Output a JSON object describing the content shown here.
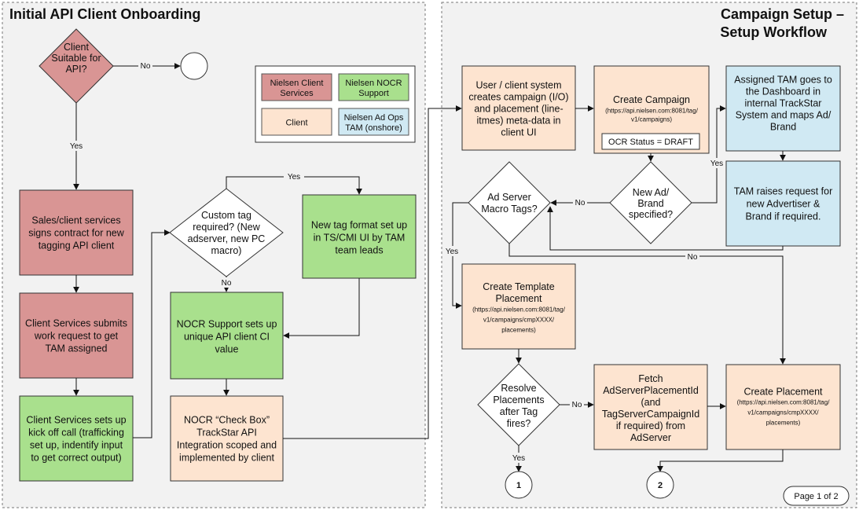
{
  "sections": {
    "left_title": "Initial API Client Onboarding",
    "right_title_line1": "Campaign Setup –",
    "right_title_line2": "Setup Workflow"
  },
  "legend": {
    "client_services": [
      "Nielsen Client",
      "Services"
    ],
    "nocr_support": [
      "Nielsen NOCR",
      "Support"
    ],
    "client": [
      "Client"
    ],
    "ad_ops_tam": [
      "Nielsen Ad Ops",
      "TAM (onshore)"
    ]
  },
  "left_flow": {
    "client_suitable": [
      "Client",
      "Suitable for",
      "API?"
    ],
    "sales_contract": [
      "Sales/client services",
      "signs contract for new",
      "tagging API client"
    ],
    "work_request": [
      "Client Services submits",
      "work request to get",
      "TAM assigned"
    ],
    "kickoff_call": [
      "Client Services sets up",
      "kick off call (trafficking",
      "set up, indentify input",
      "to get correct output)"
    ],
    "custom_tag": [
      "Custom tag",
      "required? (New",
      "adserver, new PC",
      "macro)"
    ],
    "new_tag_format": [
      "New tag format set up",
      "in TS/CMI UI by TAM",
      "team leads"
    ],
    "nocr_setup": [
      "NOCR Support sets up",
      "unique API client CI",
      "value"
    ],
    "check_box": [
      "NOCR “Check Box”",
      "TrackStar API",
      "Integration scoped and",
      "implemented by client"
    ]
  },
  "right_flow": {
    "user_creates": [
      "User / client system",
      "creates campaign (I/O)",
      "and placement (line-",
      "itmes) meta-data in",
      "client UI"
    ],
    "create_campaign": [
      "Create Campaign"
    ],
    "create_campaign_url": [
      "(https://api.nielsen.com:8081/tag/",
      "v1/campaigns)"
    ],
    "ocr_status": "OCR Status = DRAFT",
    "tam_dashboard": [
      "Assigned TAM goes to",
      "the Dashboard in",
      "internal TrackStar",
      "System and maps Ad/",
      "Brand"
    ],
    "new_ad_brand": [
      "New Ad/",
      "Brand",
      "specified?"
    ],
    "tam_raises": [
      "TAM raises request for",
      "new Advertiser &",
      "Brand if required."
    ],
    "ad_server_macro": [
      "Ad Server",
      "Macro Tags?"
    ],
    "create_template": [
      "Create Template",
      "Placement"
    ],
    "create_template_url": [
      "(https://api.nielsen.com:8081/tag/",
      "v1/campaigns/cmpXXXX/",
      "placements)"
    ],
    "resolve_placements": [
      "Resolve",
      "Placements",
      "after Tag",
      "fires?"
    ],
    "fetch": [
      "Fetch",
      "AdServerPlacementId",
      "(and",
      "TagServerCampaignId",
      "if required) from",
      "AdServer"
    ],
    "create_placement": [
      "Create Placement"
    ],
    "create_placement_url": [
      "(https://api.nielsen.com:8081/tag/",
      "v1/campaigns/cmpXXXX/",
      "placements)"
    ]
  },
  "edge_labels": {
    "no": "No",
    "yes": "Yes"
  },
  "connectors": {
    "c1": "1",
    "c2": "2"
  },
  "page_label": "Page 1 of 2",
  "colors": {
    "client_services": "#d99594",
    "nocr_support": "#a9e08d",
    "client": "#fde4d0",
    "ad_ops_tam": "#d0e9f3",
    "panel_bg": "#f2f2f2",
    "border": "#333333"
  }
}
